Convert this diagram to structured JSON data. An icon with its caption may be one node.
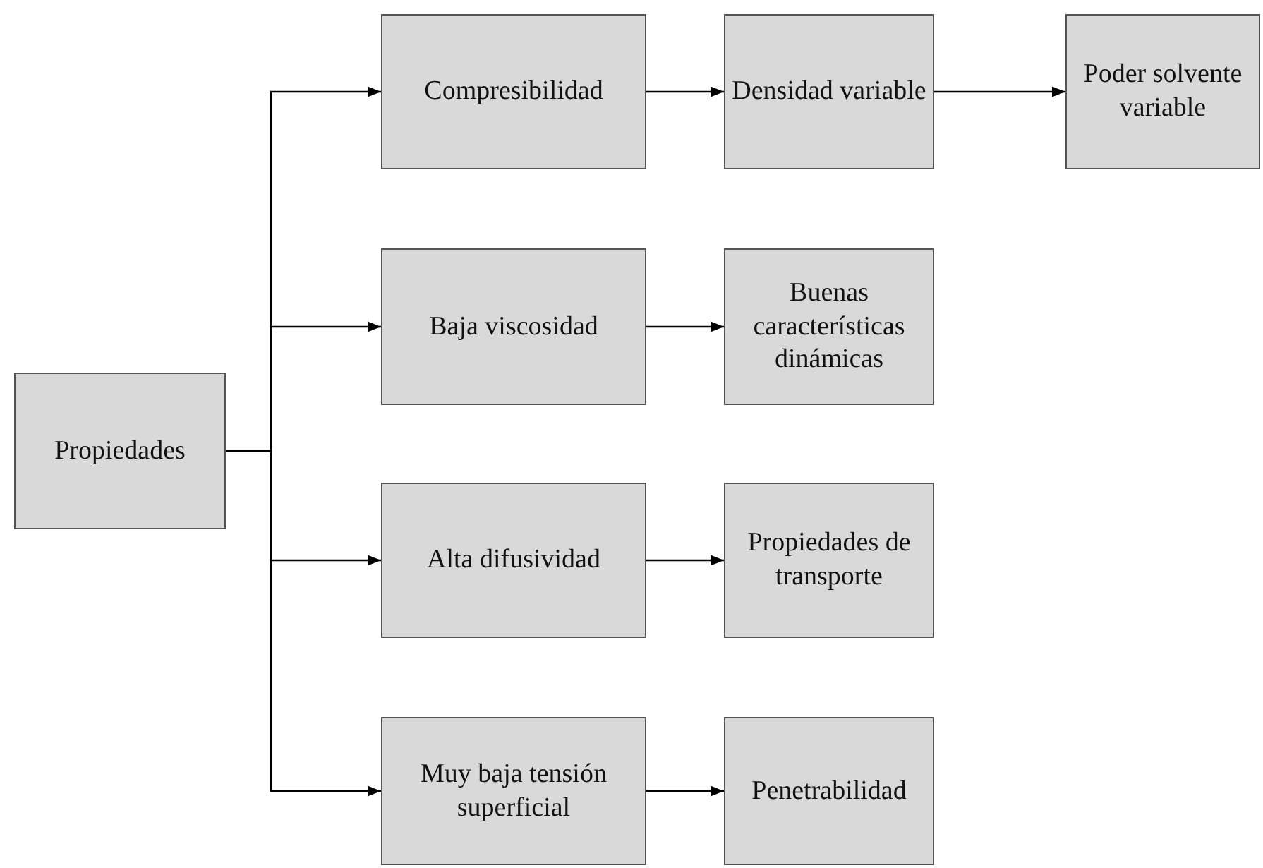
{
  "diagram": {
    "nodes": [
      {
        "text": [
          "Propiedades"
        ]
      },
      {
        "text": [
          "Compresibilidad"
        ]
      },
      {
        "text": [
          "Densidad variable"
        ]
      },
      {
        "text": [
          "Poder solvente variable"
        ]
      },
      {
        "text": [
          "Baja viscosidad"
        ]
      },
      {
        "text": [
          "Buenas características dinámicas"
        ]
      },
      {
        "text": [
          "Alta difusividad"
        ]
      },
      {
        "text": [
          "Propiedades de transporte"
        ]
      },
      {
        "text": [
          "Muy baja tensión superficial"
        ]
      },
      {
        "text": [
          "Penetrabilidad"
        ]
      }
    ],
    "edges": [
      {
        "from": 0,
        "to": 1,
        "arrow": "to"
      },
      {
        "from": 0,
        "to": 4,
        "arrow": "to"
      },
      {
        "from": 0,
        "to": 6,
        "arrow": "to"
      },
      {
        "from": 0,
        "to": 8,
        "arrow": "to"
      },
      {
        "from": 1,
        "to": 2,
        "arrow": "to"
      },
      {
        "from": 2,
        "to": 3,
        "arrow": "to"
      },
      {
        "from": 4,
        "to": 5,
        "arrow": "to"
      },
      {
        "from": 6,
        "to": 7,
        "arrow": "to"
      },
      {
        "from": 8,
        "to": 9,
        "arrow": "to"
      }
    ]
  }
}
